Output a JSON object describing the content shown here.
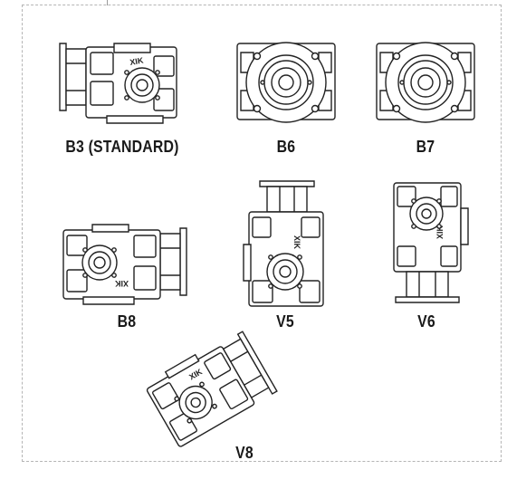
{
  "positions": [
    {
      "id": "b3",
      "label": "B3 (STANDARD)",
      "icon": "gearbox-b3-side-view"
    },
    {
      "id": "b6",
      "label": "B6",
      "icon": "gearbox-b6-flange-front"
    },
    {
      "id": "b7",
      "label": "B7",
      "icon": "gearbox-b7-flange-front"
    },
    {
      "id": "b8",
      "label": "B8",
      "icon": "gearbox-b8-side-view"
    },
    {
      "id": "v5",
      "label": "V5",
      "icon": "gearbox-v5-vertical-view"
    },
    {
      "id": "v6",
      "label": "V6",
      "icon": "gearbox-v6-vertical-view"
    },
    {
      "id": "v8",
      "label": "V8",
      "icon": "gearbox-v8-tilted-view"
    }
  ],
  "housing_marking": "XIK"
}
